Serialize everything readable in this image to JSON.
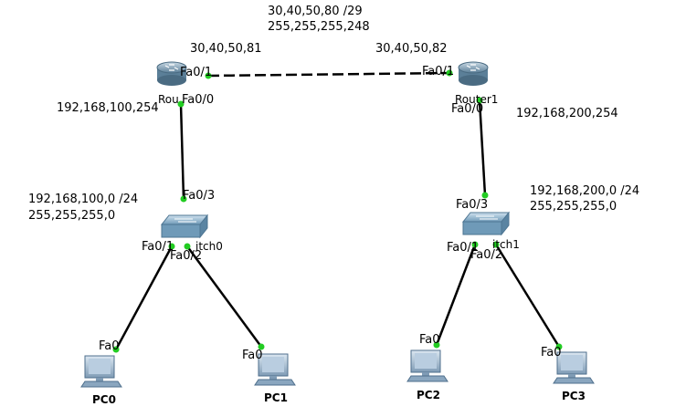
{
  "wan": {
    "network": "30,40,50,80 /29",
    "mask": "255,255,255,248",
    "router0_ip": "30,40,50,81",
    "router1_ip": "30,40,50,82"
  },
  "lan_left": {
    "gateway": "192,168,100,254",
    "network": "192,168,100,0 /24",
    "mask": "255,255,255,0"
  },
  "lan_right": {
    "gateway": "192,168,200,254",
    "network": "192,168,200,0 /24",
    "mask": "255,255,255,0"
  },
  "devices": {
    "router0": "Rou",
    "router1": "Router1",
    "switch0": "itch0",
    "switch1": "itch1",
    "pc0": "PC0",
    "pc1": "PC1",
    "pc2": "PC2",
    "pc3": "PC3"
  },
  "ports": {
    "r0_fa01": "Fa0/1",
    "r0_fa00": "Fa0/0",
    "r1_fa01": "Fa0/1",
    "r1_fa00": "Fa0/0",
    "s0_fa03": "Fa0/3",
    "s0_fa01": "Fa0/1",
    "s0_fa02": "Fa0/2",
    "s1_fa03": "Fa0/3",
    "s1_fa01": "Fa0/1",
    "s1_fa02": "Fa0/2",
    "pc0_fa0": "Fa0",
    "pc1_fa0": "Fa0",
    "pc2_fa0": "Fa0",
    "pc3_fa0": "Fa0"
  },
  "colors": {
    "link": "#000000",
    "link_up": "#22cc22",
    "router_body": "#5b7f98",
    "switch_body": "#6f9ab8",
    "pc_body": "#7f9bb5"
  },
  "icons": {
    "router": "router-icon",
    "switch": "switch-icon",
    "pc": "pc-icon"
  }
}
